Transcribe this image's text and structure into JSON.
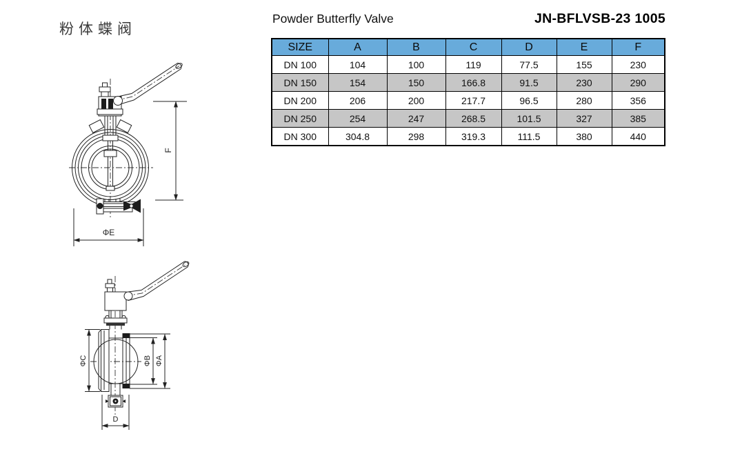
{
  "header": {
    "title_cn": "粉体蝶阀",
    "title_en": "Powder Butterfly Valve",
    "model": "JN-BFLVSB-23 1005"
  },
  "table": {
    "columns": [
      "SIZE",
      "A",
      "B",
      "C",
      "D",
      "E",
      "F"
    ],
    "rows": [
      {
        "size": "DN 100",
        "values": [
          "104",
          "100",
          "119",
          "77.5",
          "155",
          "230"
        ]
      },
      {
        "size": "DN 150",
        "values": [
          "154",
          "150",
          "166.8",
          "91.5",
          "230",
          "290"
        ]
      },
      {
        "size": "DN 200",
        "values": [
          "206",
          "200",
          "217.7",
          "96.5",
          "280",
          "356"
        ]
      },
      {
        "size": "DN 250",
        "values": [
          "254",
          "247",
          "268.5",
          "101.5",
          "327",
          "385"
        ]
      },
      {
        "size": "DN 300",
        "values": [
          "304.8",
          "298",
          "319.3",
          "111.5",
          "380",
          "440"
        ]
      }
    ],
    "header_bg": "#68abdb",
    "alt_row_bg": "#c6c6c6"
  },
  "drawings": {
    "front": {
      "dim_f": "F",
      "dim_e": "ΦE"
    },
    "side": {
      "dim_c": "ΦC",
      "dim_b": "ΦB",
      "dim_a": "ΦA",
      "dim_d": "D"
    }
  }
}
